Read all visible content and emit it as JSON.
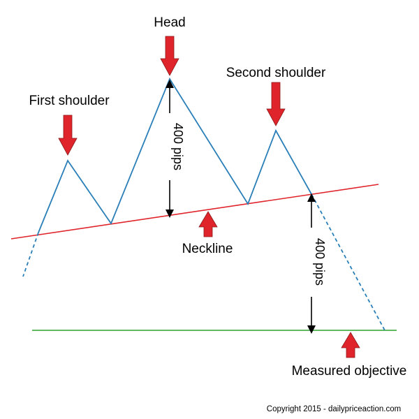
{
  "labels": {
    "head": "Head",
    "first_shoulder": "First shoulder",
    "second_shoulder": "Second shoulder",
    "neckline": "Neckline",
    "measured_objective": "Measured objective",
    "pips_head": "400 pips",
    "pips_target": "400 pips"
  },
  "copyright": "Copyright 2015 - dailypriceaction.com",
  "colors": {
    "price_line": "#2a7fb8",
    "neckline": "#e0242b",
    "objective_line": "#2ca02c",
    "arrow_fill": "#e0242b",
    "arrow_stroke": "#8b1a1a",
    "measure": "#000000"
  },
  "icons": {
    "marker": "red-down-arrow-icon",
    "neckline_marker": "red-up-arrow-icon",
    "measure": "double-headed-arrow-icon"
  }
}
